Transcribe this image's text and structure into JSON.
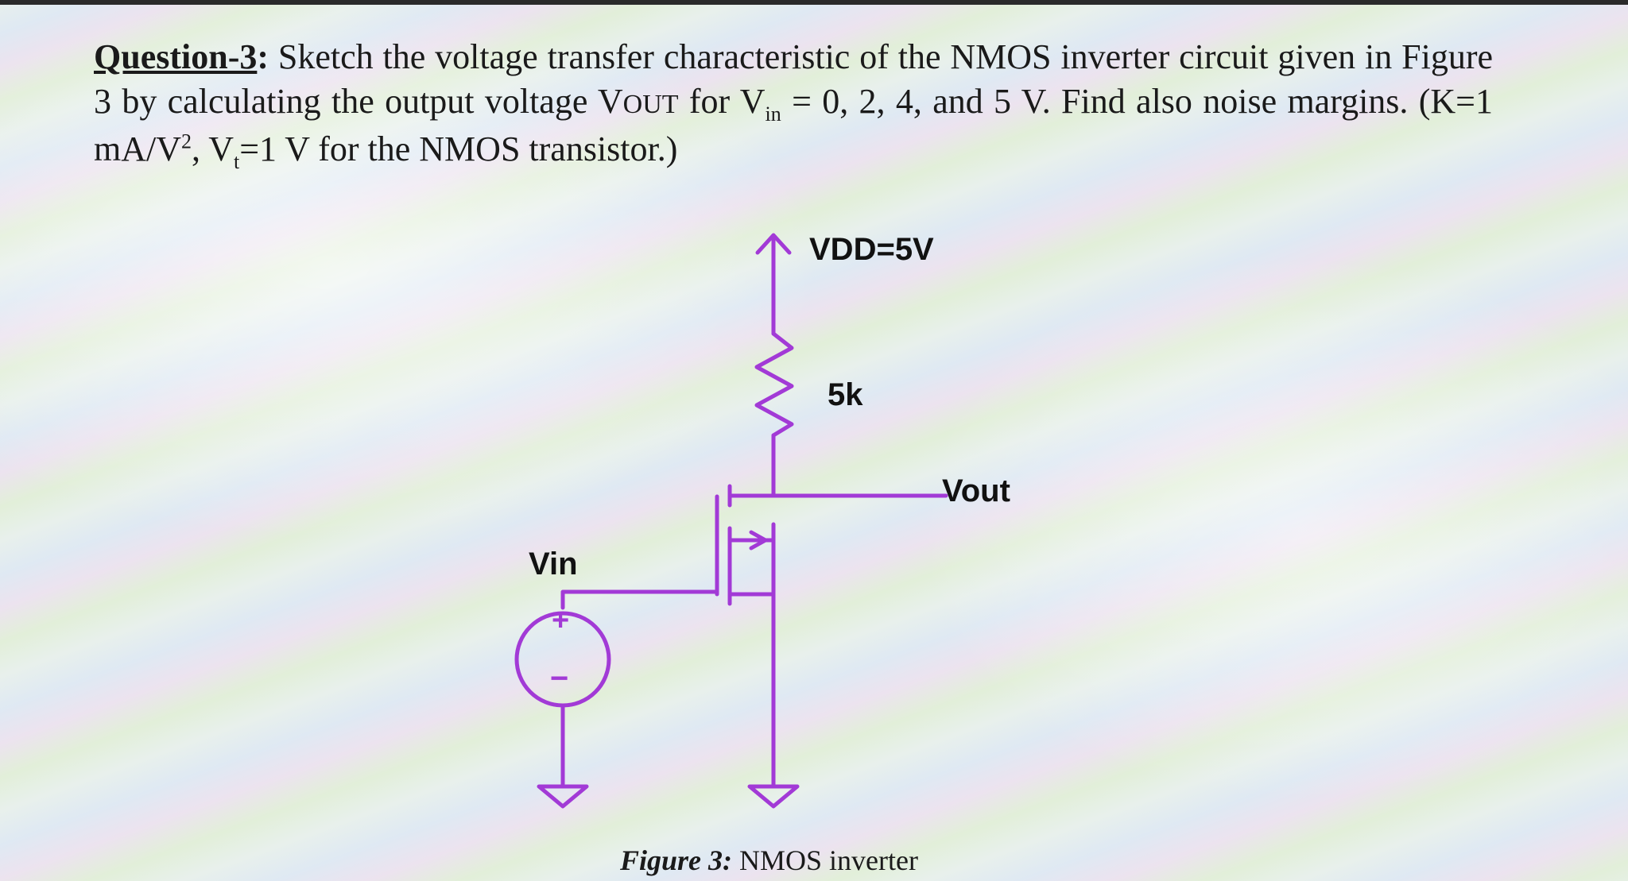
{
  "question": {
    "label": "Question-3",
    "colon": ":",
    "p1": " Sketch the voltage transfer characteristic of the NMOS inverter circuit given in Figure 3 by calculating the output voltage V",
    "vout_sub": "OUT",
    "p2": " for V",
    "vin_sub": "in",
    "p3": " = 0, 2, 4, and 5 V. Find also noise margins. (K=1 mA/V",
    "sup2": "2",
    "p4": ", V",
    "vt_sub": "t",
    "p5": "=1 V for the NMOS transistor.)"
  },
  "circuit": {
    "vdd_label": "VDD=5V",
    "resistor_label": "5k",
    "vout_label": "Vout",
    "vin_label": "Vin",
    "plus_sign": "+",
    "minus_sign": "−",
    "wire_color": "#a23ad6"
  },
  "caption": {
    "fig": "Figure 3:",
    "text": " NMOS inverter"
  }
}
